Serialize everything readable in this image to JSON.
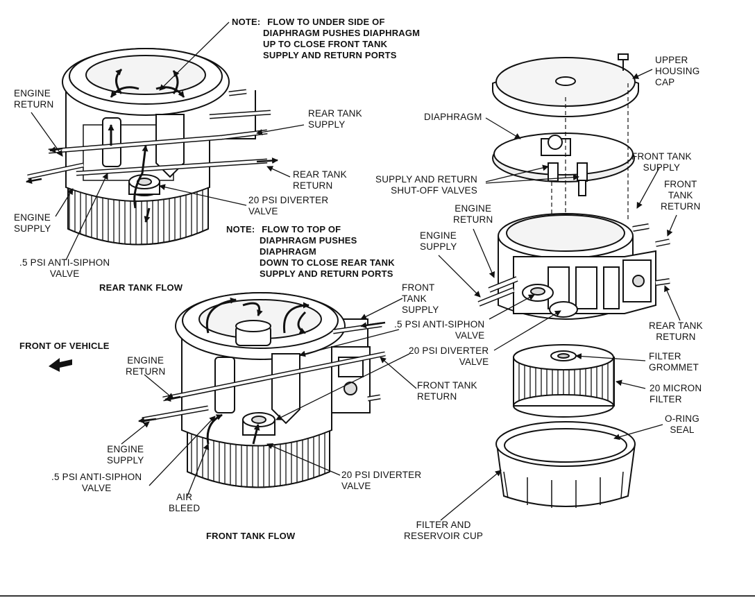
{
  "colors": {
    "ink": "#111111",
    "paper": "#ffffff",
    "shade": "#cfcfcf"
  },
  "icons": {
    "direction_arrow": "front-of-vehicle-arrow-icon"
  },
  "labels": {
    "note_top": [
      "NOTE:",
      "FLOW TO UNDER SIDE OF",
      "DIAPHRAGM PUSHES DIAPHRAGM",
      "UP TO CLOSE FRONT TANK",
      "SUPPLY AND RETURN PORTS"
    ],
    "rt_engine_return": [
      "ENGINE",
      "RETURN"
    ],
    "rt_rear_tank_supply": [
      "REAR TANK",
      "SUPPLY"
    ],
    "rt_rear_tank_return": [
      "REAR TANK",
      "RETURN"
    ],
    "rt_diverter": [
      "20 PSI DIVERTER",
      "VALVE"
    ],
    "rt_engine_supply": [
      "ENGINE",
      "SUPPLY"
    ],
    "rt_anti_siphon": [
      ".5 PSI ANTI-SIPHON",
      "VALVE"
    ],
    "rt_title": "REAR TANK FLOW",
    "note_mid": [
      "NOTE:",
      "FLOW TO TOP OF",
      "DIAPHRAGM PUSHES",
      "DIAPHRAGM",
      "DOWN TO CLOSE REAR TANK",
      "SUPPLY AND RETURN PORTS"
    ],
    "front_of_vehicle": "FRONT OF VEHICLE",
    "ft_engine_return": [
      "ENGINE",
      "RETURN"
    ],
    "ft_front_tank_supply": [
      "FRONT",
      "TANK",
      "SUPPLY"
    ],
    "ft_anti_siphon_right": [
      ".5 PSI ANTI-SIPHON",
      "VALVE"
    ],
    "ft_diverter_right": [
      "20 PSI DIVERTER",
      "VALVE"
    ],
    "ft_front_tank_return": [
      "FRONT TANK",
      "RETURN"
    ],
    "ft_engine_supply": [
      "ENGINE",
      "SUPPLY"
    ],
    "ft_anti_siphon": [
      ".5 PSI ANTI-SIPHON",
      "VALVE"
    ],
    "ft_air_bleed": [
      "AIR",
      "BLEED"
    ],
    "ft_diverter": [
      "20 PSI DIVERTER",
      "VALVE"
    ],
    "ft_title": "FRONT TANK FLOW",
    "ex_upper_cap": [
      "UPPER",
      "HOUSING",
      "CAP"
    ],
    "ex_diaphragm": "DIAPHRAGM",
    "ex_shutoff": [
      "SUPPLY AND RETURN",
      "SHUT-OFF VALVES"
    ],
    "ex_front_tank_supply": [
      "FRONT TANK",
      "SUPPLY"
    ],
    "ex_front_tank_return": [
      "FRONT",
      "TANK",
      "RETURN"
    ],
    "ex_engine_return": [
      "ENGINE",
      "RETURN"
    ],
    "ex_engine_supply": [
      "ENGINE",
      "SUPPLY"
    ],
    "ex_rear_tank_return": [
      "REAR TANK",
      "RETURN"
    ],
    "ex_filter_grommet": [
      "FILTER",
      "GROMMET"
    ],
    "ex_micron_filter": [
      "20 MICRON",
      "FILTER"
    ],
    "ex_oring": [
      "O-RING",
      "SEAL"
    ],
    "ex_filter_cup": [
      "FILTER AND",
      "RESERVOIR CUP"
    ]
  }
}
